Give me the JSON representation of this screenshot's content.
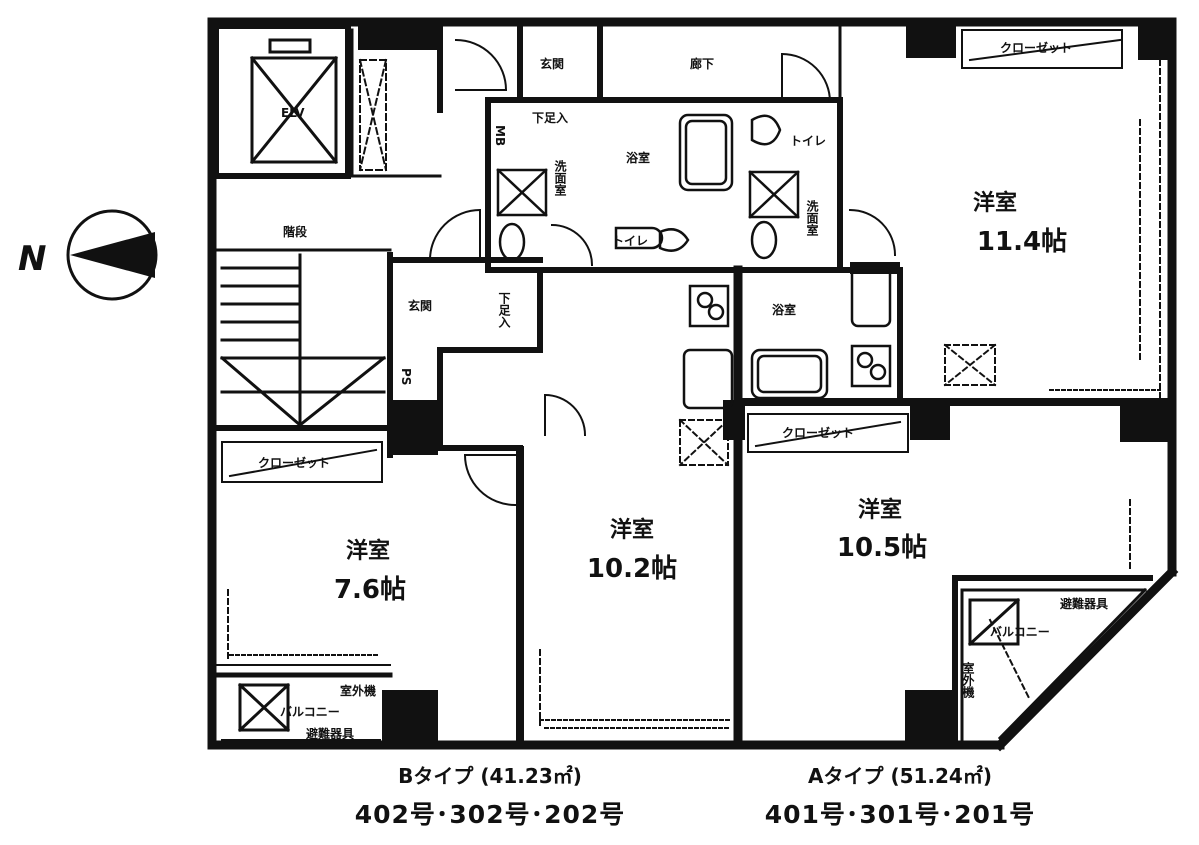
{
  "compass": {
    "north": "N"
  },
  "labels": {
    "elevator": "ELV",
    "stairs": "階段",
    "corridor": "廊下",
    "entrance_top": "玄関",
    "entrance_b": "玄関",
    "shoe_box": "下足入",
    "shoe_box_b": "下足入",
    "closet_a1": "クローゼット",
    "closet_a2": "クローゼット",
    "closet_b": "クローゼット",
    "toilet_a": "トイレ",
    "toilet_b": "トイレ",
    "bath_b": "浴室",
    "bath_a": "浴室",
    "washroom_b": "洗面室",
    "washroom_a": "洗面室",
    "balcony_a": "バルコニー",
    "balcony_b": "バルコニー",
    "evac_a": "避難器具",
    "evac_b": "避難器具",
    "outdoor_a": "室外機",
    "outdoor_b": "室外機",
    "mb": "MB",
    "ps": "PS"
  },
  "rooms": {
    "a_main": {
      "name": "洋室",
      "size": "11.4帖"
    },
    "a_second": {
      "name": "洋室",
      "size": "10.5帖"
    },
    "b_main": {
      "name": "洋室",
      "size": "10.2帖"
    },
    "b_second": {
      "name": "洋室",
      "size": "7.6帖"
    }
  },
  "types": {
    "b": {
      "title": "Bタイプ (41.23㎡)",
      "units": "402号･302号･202号"
    },
    "a": {
      "title": "Aタイプ (51.24㎡)",
      "units": "401号･301号･201号"
    }
  }
}
